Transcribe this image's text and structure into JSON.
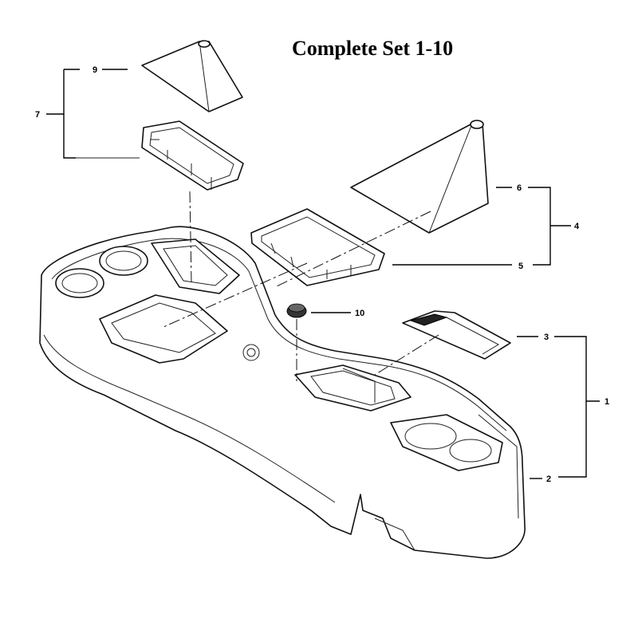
{
  "title": "Complete Set 1-10",
  "callouts": {
    "c1": "1",
    "c2": "2",
    "c3": "3",
    "c4": "4",
    "c5": "5",
    "c6": "6",
    "c7": "7",
    "c9": "9",
    "c10": "10"
  }
}
